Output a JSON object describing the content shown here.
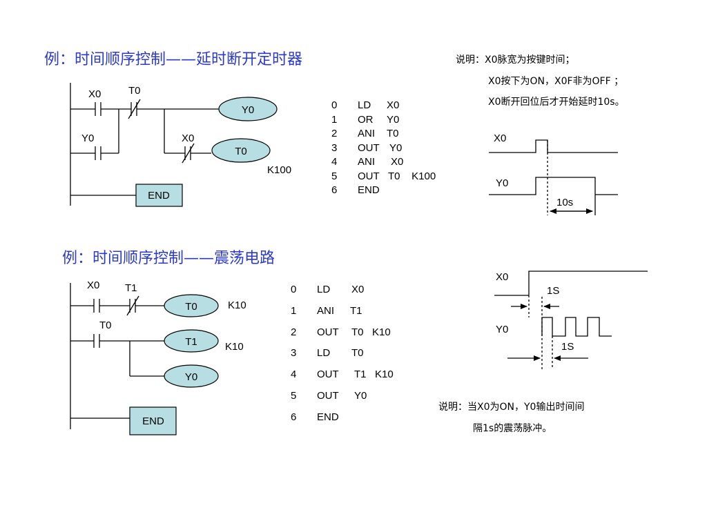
{
  "section1": {
    "title": "例：时间顺序控制——延时断开定时器",
    "ladder": {
      "contact_x0": "X0",
      "contact_t0": "T0",
      "contact_y0": "Y0",
      "contact_x0_nc": "X0",
      "coil_y0": "Y0",
      "coil_t0": "T0",
      "timer_const": "K100",
      "end": "END"
    },
    "program": [
      {
        "step": "0",
        "op": "LD",
        "arg": "X0"
      },
      {
        "step": "1",
        "op": "OR",
        "arg": "Y0"
      },
      {
        "step": "2",
        "op": "ANI",
        "arg": "T0"
      },
      {
        "step": "3",
        "op": "OUT",
        "arg": "Y0"
      },
      {
        "step": "4",
        "op": "ANI",
        "arg": "X0"
      },
      {
        "step": "5",
        "op": "OUT",
        "arg": "T0    K100"
      },
      {
        "step": "6",
        "op": "END",
        "arg": ""
      }
    ],
    "notes": [
      "说明：X0脉宽为按键时间；",
      "X0按下为ON，X0F非为OFF ；",
      "X0断开回位后才开始延时10s。"
    ],
    "timing": {
      "sig1": "X0",
      "sig2": "Y0",
      "delay": "10s"
    }
  },
  "section2": {
    "title": "例：时间顺序控制——震荡电路",
    "ladder": {
      "contact_x0": "X0",
      "contact_t1": "T1",
      "contact_t0": "T0",
      "coil_t0": "T0",
      "coil_t1": "T1",
      "coil_y0": "Y0",
      "k_t0": "K10",
      "k_t1": "K10",
      "end": "END"
    },
    "program": [
      {
        "step": "0",
        "op": "LD",
        "arg": "X0"
      },
      {
        "step": "1",
        "op": "ANI",
        "arg": "T1"
      },
      {
        "step": "2",
        "op": "OUT",
        "arg": "T0   K10"
      },
      {
        "step": "3",
        "op": "LD",
        "arg": "T0"
      },
      {
        "step": "4",
        "op": "OUT",
        "arg": "T1   K10"
      },
      {
        "step": "5",
        "op": "OUT",
        "arg": "Y0"
      },
      {
        "step": "6",
        "op": "END",
        "arg": ""
      }
    ],
    "notes": [
      "说明：当X0为ON，Y0输出时间间",
      "隔1s的震荡脉冲。"
    ],
    "timing": {
      "sig1": "X0",
      "sig2": "Y0",
      "t1": "1S",
      "t2": "1S"
    }
  },
  "colors": {
    "title": "#2b39d1",
    "coil_fill": "#b7dfe3",
    "end_fill": "#b7dfe3"
  }
}
